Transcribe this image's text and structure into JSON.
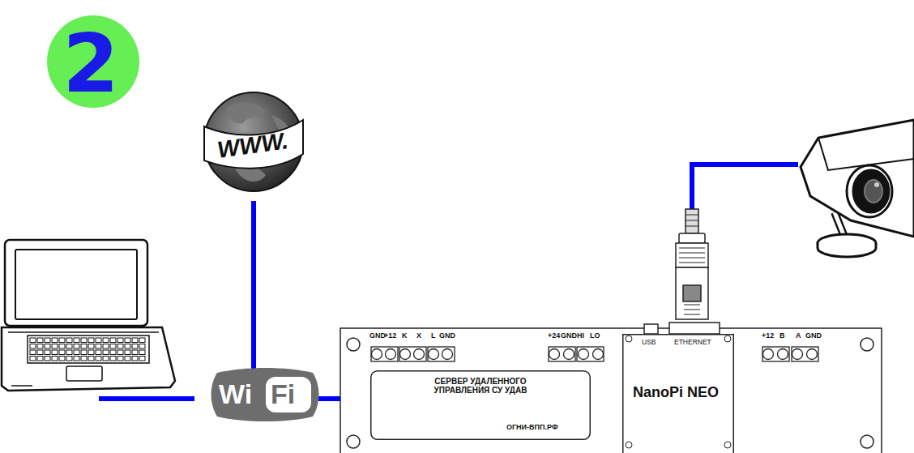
{
  "diagram": {
    "nodes": [
      {
        "text": [
          "2"
        ]
      },
      {
        "text": [
          "WWW."
        ]
      },
      {
        "text": [
          "Wi",
          "Fi"
        ]
      },
      {
        "text": [
          "GND",
          "+12",
          "K",
          "X",
          "L",
          "GND",
          "+24",
          "GND",
          "HI",
          "LO",
          "+12",
          "B",
          "A",
          "GND"
        ]
      },
      {
        "text": [
          "СЕРВЕР УДАЛЕННОГО УПРАВЛЕНИЯ СУ УДАВ",
          "ОГНИ-ВПП.РФ"
        ],
        "in": 3
      },
      {
        "text": [
          "USB",
          "ETHERNET",
          "NanoPi NEO"
        ],
        "in": 3
      }
    ],
    "edges": [
      {
        "from": 1,
        "to": 2,
        "arrow": "none"
      },
      {
        "from": 2,
        "to": 3,
        "arrow": "none"
      }
    ]
  }
}
